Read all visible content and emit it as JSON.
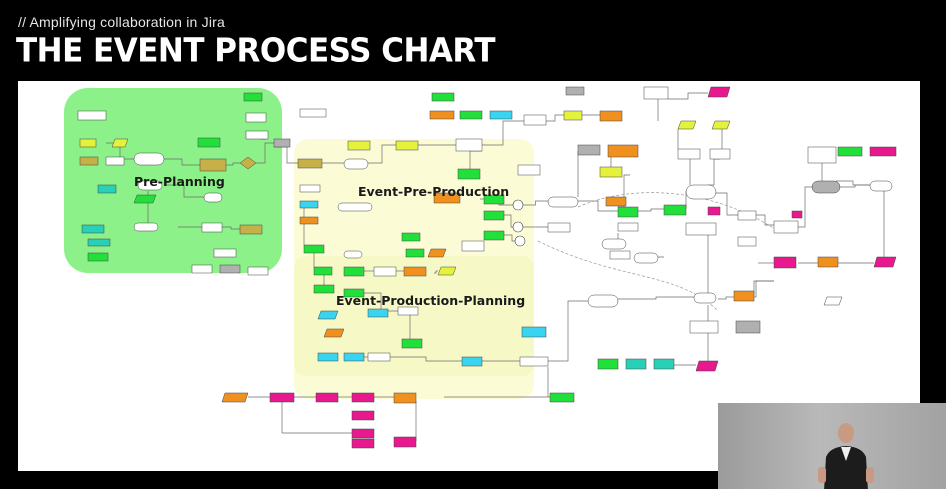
{
  "header": {
    "subtitle": "// Amplifying collaboration in Jira",
    "title": "THE EVENT PROCESS CHART"
  },
  "chart": {
    "zones": [
      {
        "id": "pre-planning",
        "label": "Pre-Planning",
        "color": "#7ff07a"
      },
      {
        "id": "event-pre-production",
        "label": "Event-Pre-Production",
        "color": "#fbfcd6"
      },
      {
        "id": "event-production-planning",
        "label": "Event-Production-Planning",
        "color": "#f6f8c8"
      }
    ]
  },
  "colors": {
    "green": "#22e03a",
    "yellow": "#e5f23c",
    "orange": "#f0901e",
    "magenta": "#e8188e",
    "teal": "#28d0b8",
    "cyan": "#38d4f0",
    "gray": "#b0b0b0",
    "olive": "#c8b048"
  }
}
